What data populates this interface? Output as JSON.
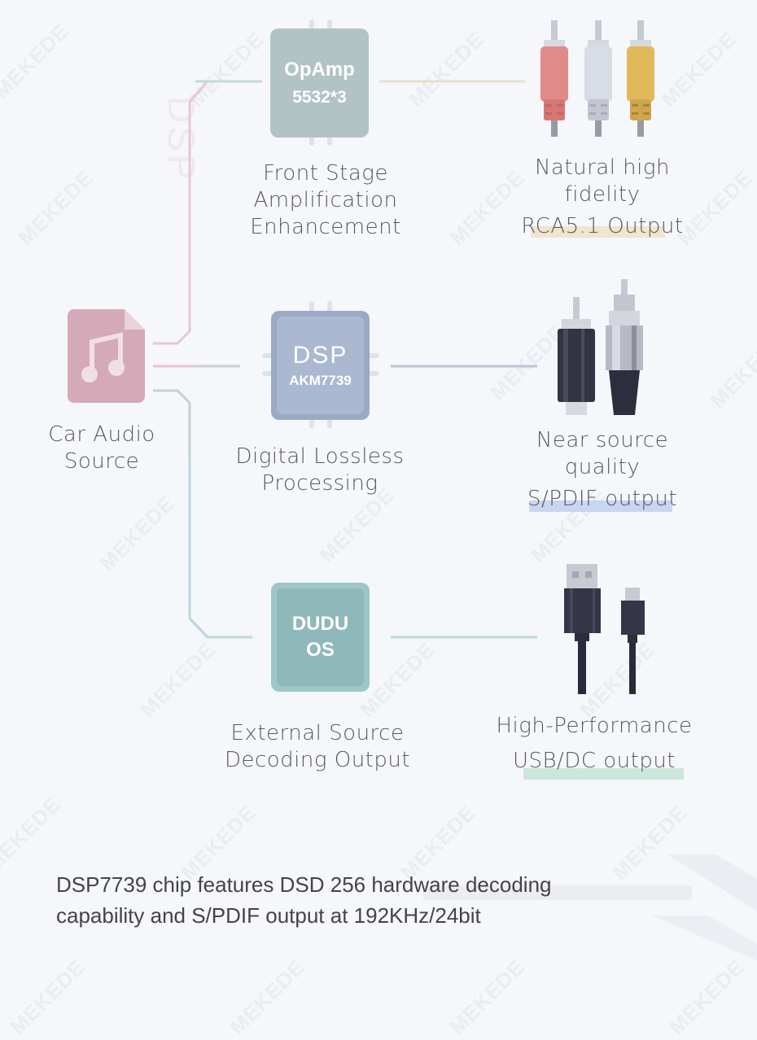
{
  "watermark": "MEKEDE",
  "vertical_watermark": "DSP",
  "source": {
    "label_line1": "Car Audio",
    "label_line2": "Source",
    "icon": "music-file-icon",
    "color": "#d4a9b8"
  },
  "chips": [
    {
      "id": "opamp",
      "line1": "OpAmp",
      "line2": "5532*3",
      "color": "#b2c3c5",
      "caption": [
        "Front Stage",
        "Amplification",
        "Enhancement"
      ],
      "line_color": "#c5dad8"
    },
    {
      "id": "dsp",
      "line1": "DSP",
      "line2": "AKM7739",
      "color": "#9aa9c5",
      "inner_color": "#aab8d2",
      "caption": [
        "Digital Lossless",
        "Processing"
      ],
      "line_color": "#c0c8d8"
    },
    {
      "id": "duduos",
      "line1": "DUDU",
      "line2": "OS",
      "color": "#9ec6c8",
      "inner_color": "#8eb8ba",
      "caption": [
        "External Source",
        "Decoding Output"
      ],
      "line_color": "#bcd8dc"
    }
  ],
  "outputs": [
    {
      "id": "rca",
      "caption": [
        "Natural high",
        "fidelity",
        "RCA5.1 Output"
      ],
      "highlight_color": "#f0e5cf",
      "icon": "rca-cable-icon",
      "plug_colors": [
        "#e08a8a",
        "#d8dce5",
        "#e2b95a"
      ]
    },
    {
      "id": "spdif",
      "caption": [
        "Near source",
        "quality",
        "S/PDIF output"
      ],
      "highlight_color": "#c8d6f0",
      "icon": "coaxial-cable-icon"
    },
    {
      "id": "usb",
      "caption": [
        "High-Performance",
        "USB/DC output"
      ],
      "highlight_color": "#cde6dc",
      "icon": "usb-cable-icon"
    }
  ],
  "description": {
    "line1": "DSP7739 chip features DSD 256 hardware decoding",
    "line2": "capability and S/PDIF output at 192KHz/24bit"
  }
}
